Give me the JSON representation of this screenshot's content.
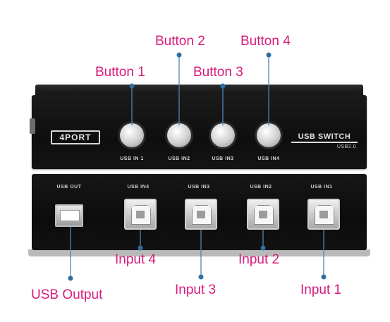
{
  "device": {
    "front_badge": "4PORT",
    "brand_title": "USB SWITCH",
    "brand_sub": "USB2.0",
    "button_labels": [
      "USB IN 1",
      "USB IN2",
      "USB IN3",
      "USB IN4"
    ],
    "port_labels": [
      "USB OUT",
      "USB IN4",
      "USB IN3",
      "USB IN2",
      "USB IN1"
    ]
  },
  "callouts": {
    "button_1": "Button 1",
    "button_2": "Button 2",
    "button_3": "Button 3",
    "button_4": "Button 4",
    "input_4": "Input 4",
    "input_3": "Input 3",
    "input_2": "Input 2",
    "input_1": "Input 1",
    "usb_output": "USB Output"
  },
  "colors": {
    "callout_text": "#d81b7d",
    "leader_line": "#4a86b8",
    "device_body": "#111111"
  }
}
